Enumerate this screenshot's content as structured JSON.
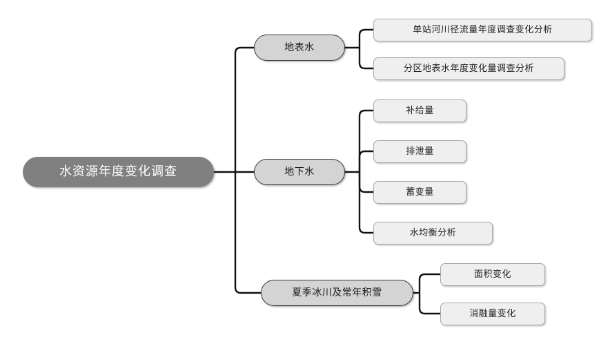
{
  "diagram": {
    "type": "mind-map",
    "orientation": "left-to-right",
    "background_color": "#ffffff",
    "colors": {
      "root_fill": "#808080",
      "root_text": "#ffffff",
      "branch_fill": "#d4d4d4",
      "branch_border": "#3a3a3a",
      "leaf_fill": "#efefef",
      "leaf_border": "#a8a8a8",
      "connector": "#111111"
    },
    "root": {
      "label": "水资源年度变化调查"
    },
    "branches": [
      {
        "label": "地表水",
        "children": [
          {
            "label": "单站河川径流量年度调查变化分析"
          },
          {
            "label": "分区地表水年度变化量调查分析"
          }
        ]
      },
      {
        "label": "地下水",
        "children": [
          {
            "label": "补给量"
          },
          {
            "label": "排泄量"
          },
          {
            "label": "蓄变量"
          },
          {
            "label": "水均衡分析"
          }
        ]
      },
      {
        "label": "夏季冰川及常年积雪",
        "children": [
          {
            "label": "面积变化"
          },
          {
            "label": "消融量变化"
          }
        ]
      }
    ]
  }
}
